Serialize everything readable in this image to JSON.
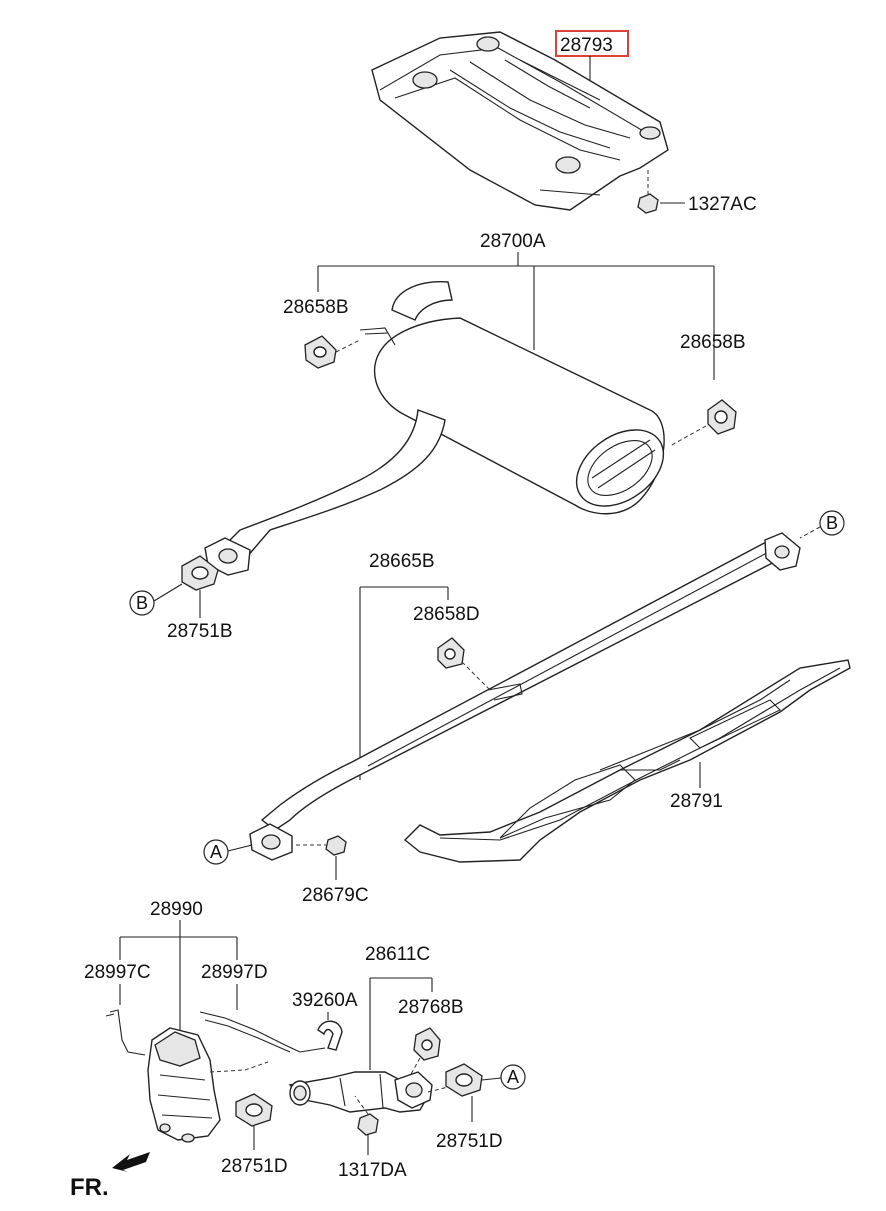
{
  "labels": {
    "heat_shield_top": "28793",
    "nut_top": "1327AC",
    "muffler_assy": "28700A",
    "hanger_left": "28658B",
    "hanger_right": "28658B",
    "gasket_b": "28751B",
    "center_pipe": "28665B",
    "hanger_center": "28658D",
    "heat_shield_center": "28791",
    "nut_center": "28679C",
    "catalytic_assy": "28990",
    "sensor_left": "28997C",
    "sensor_right": "28997D",
    "hose": "39260A",
    "front_pipe": "28611C",
    "hanger_front": "28768B",
    "gasket_d_left": "28751D",
    "gasket_d_right": "28751D",
    "nut_front": "1317DA",
    "front_indicator": "FR."
  },
  "connectors": {
    "b_top": "B",
    "b_left": "B",
    "a_left": "A",
    "a_right": "A"
  },
  "colors": {
    "highlight_box": "#e0403a",
    "line": "#222222",
    "shade": "#e6e6e6"
  }
}
